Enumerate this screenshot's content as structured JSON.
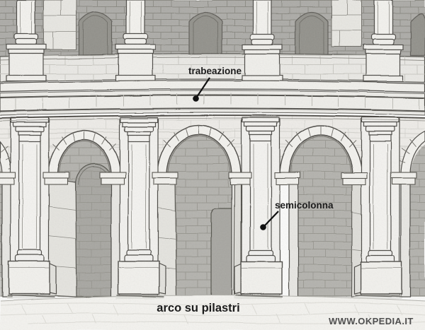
{
  "diagram": {
    "labels": [
      {
        "text": "trabeazione"
      },
      {
        "text": "semicolonna"
      }
    ],
    "caption": "arco su pilastri",
    "watermark": "WWW.OKPEDIA.IT",
    "colors": {
      "paper": "#fafaf9",
      "outline": "#4c4a45",
      "wall_dark": "#acaba7",
      "interior_wall": "#b3b2ad",
      "doorway": "#a7a6a1",
      "stone_light": "#f2f1ed",
      "label_text": "#1c1c1c",
      "watermark_text": "#4f4f4f"
    }
  }
}
